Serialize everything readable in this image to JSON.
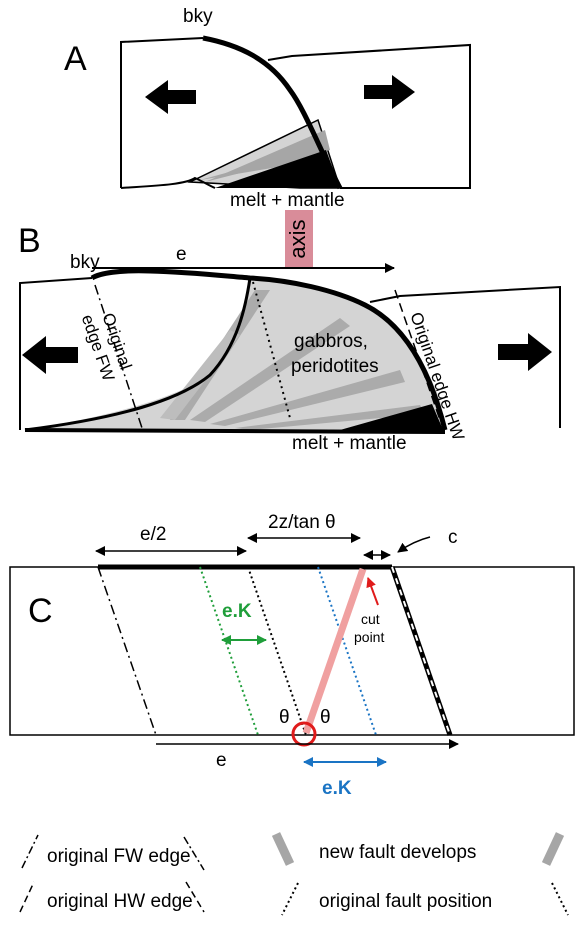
{
  "panel_a": {
    "letter": "A",
    "bky": "bky",
    "melt_mantle": "melt + mantle"
  },
  "panel_b": {
    "letter": "B",
    "bky": "bky",
    "e": "e",
    "axis": "axis",
    "gabbros_line1": "gabbros,",
    "gabbros_line2": "peridotites",
    "melt_mantle": "melt + mantle",
    "edge_fw_line1": "Original",
    "edge_fw_line2": "edge FW",
    "edge_hw": "Original edge HW"
  },
  "panel_c": {
    "letter": "C",
    "e_half": "e/2",
    "ratio_2z": "2z/tan θ",
    "c": "c",
    "ek_green": "e.K",
    "ek_blue": "e.K",
    "cut_point_line1": "cut",
    "cut_point_line2": "point",
    "theta_left": "θ",
    "theta_right": "θ",
    "e_bottom": "e"
  },
  "legend": {
    "fw_edge": "original FW edge",
    "hw_edge": "original HW edge",
    "new_fault": "new fault develops",
    "orig_fault": "original fault position"
  },
  "colors": {
    "gray_light": "#d4d4d4",
    "gray_mid": "#a6a6a6",
    "axis_pink": "#d98c99",
    "green": "#1f9e3a",
    "blue": "#1a74c4",
    "red": "#e01b1b",
    "pink_fault": "#f0a0a0"
  }
}
